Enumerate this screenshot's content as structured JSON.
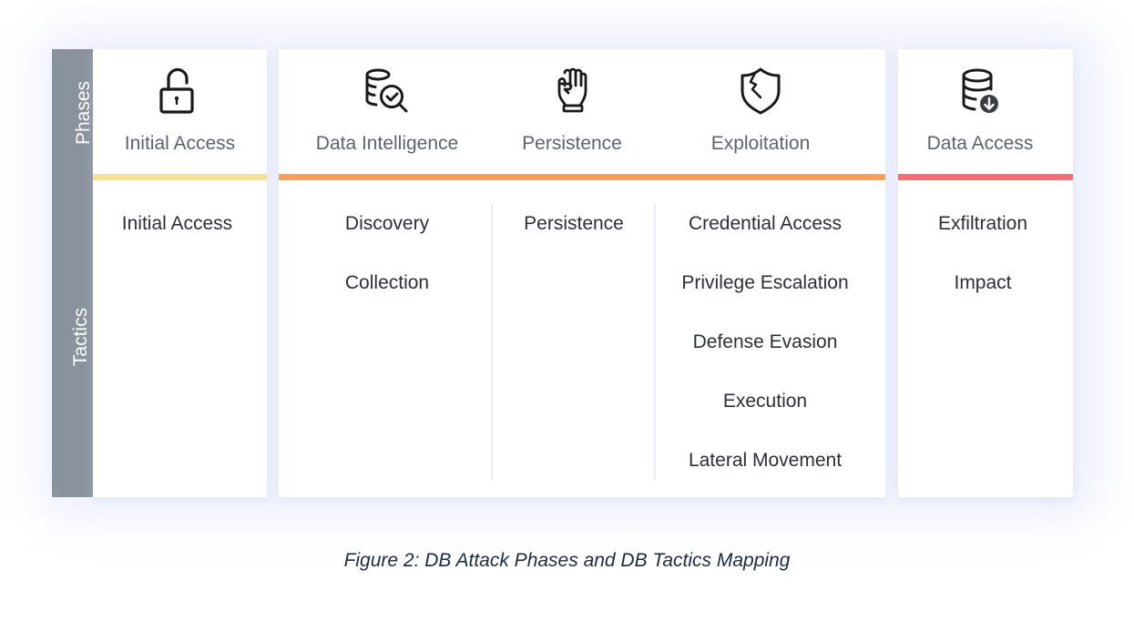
{
  "row_labels": {
    "phases": "Phases",
    "tactics": "Tactics"
  },
  "colors": {
    "side_bar": "#8a939d",
    "initial_access_bar": "#f8e08e",
    "middle_bar": "#ff9f55",
    "data_access_bar": "#ff6b72",
    "divider": "#e6ecf9",
    "caption_text": "#1c2a45"
  },
  "phases": [
    {
      "label": "Initial Access",
      "icon": "open-padlock-icon"
    },
    {
      "label": "Data Intelligence",
      "icon": "database-search-check-icon"
    },
    {
      "label": "Persistence",
      "icon": "raised-fist-icon"
    },
    {
      "label": "Exploitation",
      "icon": "broken-shield-icon"
    },
    {
      "label": "Data Access",
      "icon": "database-download-icon"
    }
  ],
  "tactics": {
    "initial_access": [
      "Initial Access"
    ],
    "data_intelligence": [
      "Discovery",
      "Collection"
    ],
    "persistence": [
      "Persistence"
    ],
    "exploitation": [
      "Credential Access",
      "Privilege Escalation",
      "Defense Evasion",
      "Execution",
      "Lateral Movement"
    ],
    "data_access": [
      "Exfiltration",
      "Impact"
    ]
  },
  "caption": "Figure 2: DB Attack Phases and DB Tactics Mapping"
}
